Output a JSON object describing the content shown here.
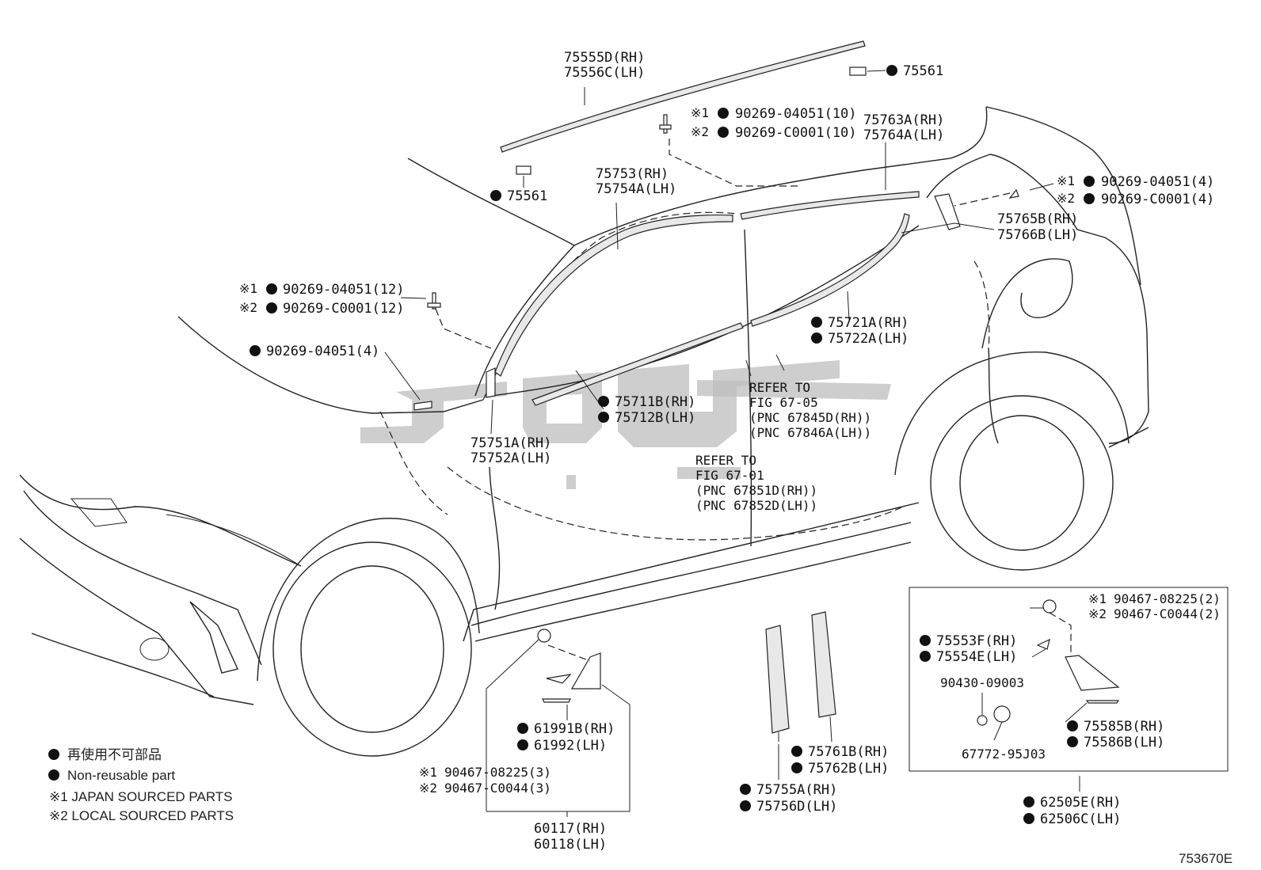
{
  "labels": {
    "roof_rh": "75555D(RH)",
    "roof_lh": "75556C(LH)",
    "clip_top_right": "75561",
    "clip_top_left": "75561",
    "c1_10": "90269-04051(10)",
    "c2_10": "90269-C0001(10)",
    "m75763": "75763A(RH)",
    "m75764": "75764A(LH)",
    "m75753": "75753(RH)",
    "m75754": "75754A(LH)",
    "c1_4r": "90269-04051(4)",
    "c2_4r": "90269-C0001(4)",
    "m75765": "75765B(RH)",
    "m75766": "75766B(LH)",
    "c1_12": "90269-04051(12)",
    "c2_12": "90269-C0001(12)",
    "c_4l": "90269-04051(4)",
    "m75721": "75721A(RH)",
    "m75722": "75722A(LH)",
    "m75711": "75711B(RH)",
    "m75712": "75712B(LH)",
    "m75751": "75751A(RH)",
    "m75752": "75752A(LH)",
    "ref1_a": "REFER TO",
    "ref1_b": "FIG 67-05",
    "ref1_c": "(PNC 67845D(RH))",
    "ref1_d": "(PNC 67846A(LH))",
    "ref2_a": "REFER TO",
    "ref2_b": "FIG 67-01",
    "ref2_c": "(PNC 67851D(RH))",
    "ref2_d": "(PNC 67852D(LH))",
    "b1_90467": "90467-08225(2)",
    "b2_90467": "90467-C0044(2)",
    "m75553": "75553F(RH)",
    "m75554": "75554E(LH)",
    "p90430": "90430-09003",
    "p67772": "67772-95J03",
    "m75585": "75585B(RH)",
    "m75586": "75586B(LH)",
    "m62505": "62505E(RH)",
    "m62506": "62506C(LH)",
    "m61991": "61991B(RH)",
    "m61992": "61992(LH)",
    "f1_90467": "90467-08225(3)",
    "f2_90467": "90467-C0044(3)",
    "m60117": "60117(RH)",
    "m60118": "60118(LH)",
    "m75761": "75761B(RH)",
    "m75762": "75762B(LH)",
    "m75755": "75755A(RH)",
    "m75756": "75756D(LH)",
    "mark1": "※1",
    "mark2": "※2"
  },
  "legend": {
    "jp": "再使用不可部品",
    "en": "Non-reusable part",
    "s1": "※1 JAPAN SOURCED PARTS",
    "s2": "※2 LOCAL SOURCED PARTS"
  },
  "figure_code": "753670E"
}
